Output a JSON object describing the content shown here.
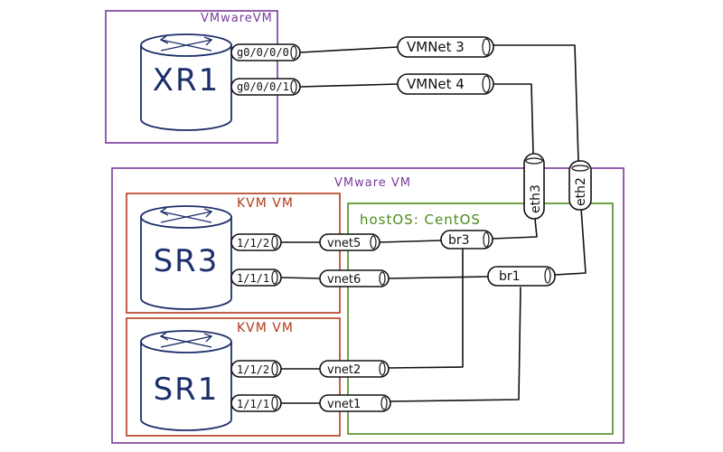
{
  "boxes": {
    "vm_top": {
      "label": "VMwareVM",
      "color": "#7b3a9a"
    },
    "vm_bottom": {
      "label": "VMware VM",
      "color": "#7b3a9a"
    },
    "kvm_top": {
      "label": "KVM VM",
      "color": "#b23a1b"
    },
    "kvm_bottom": {
      "label": "KVM VM",
      "color": "#b23a1b"
    },
    "host_os": {
      "label": "hostOS: CentOS",
      "color": "#4f8a1e"
    }
  },
  "routers": {
    "xr1": {
      "name": "XR1",
      "ports": [
        "g0/0/0/0",
        "g0/0/0/1"
      ]
    },
    "sr3": {
      "name": "SR3",
      "ports": [
        "1/1/2",
        "1/1/1"
      ]
    },
    "sr1": {
      "name": "SR1",
      "ports": [
        "1/1/2",
        "1/1/1"
      ]
    }
  },
  "links": {
    "vmnet3": "VMNet 3",
    "vmnet4": "VMNet 4",
    "eth3": "eth3",
    "eth2": "eth2",
    "br3": "br3",
    "br1": "br1",
    "vnet5": "vnet5",
    "vnet6": "vnet6",
    "vnet2": "vnet2",
    "vnet1": "vnet1"
  }
}
